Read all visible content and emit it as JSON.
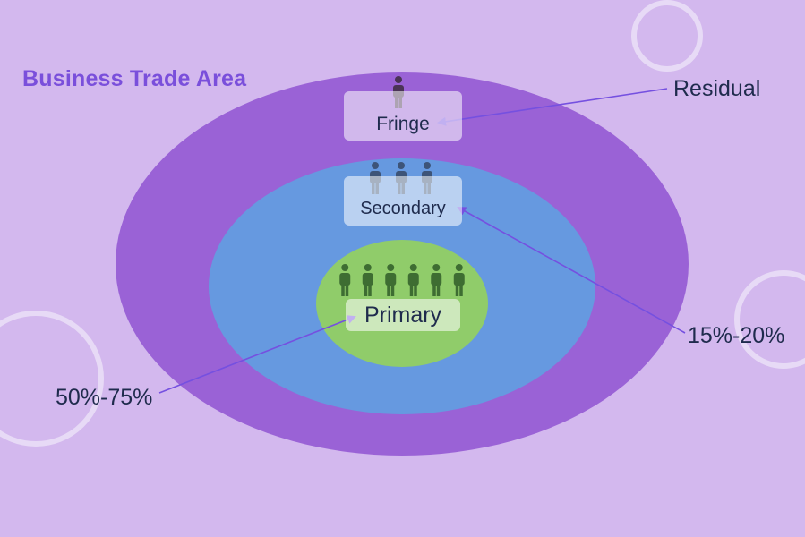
{
  "title": "Business Trade Area",
  "zones": {
    "fringe": {
      "label": "Fringe",
      "people": 1
    },
    "secondary": {
      "label": "Secondary",
      "people": 3
    },
    "primary": {
      "label": "Primary",
      "people": 6
    }
  },
  "callouts": {
    "residual": "Residual",
    "secondary_share": "15%-20%",
    "primary_share": "50%-75%"
  },
  "colors": {
    "background": "#d3b8ee",
    "outer_ring": "#9a62d6",
    "middle_ring": "#6699e0",
    "inner_ring": "#90cc6a",
    "title": "#7a4fdb",
    "arrow": "#7550e0",
    "person_dark": "#4a3356",
    "person_blue": "#3d5478",
    "person_green": "#3e6d32",
    "decor_circle": "#ece2f7"
  },
  "icons": [
    "person-icon"
  ]
}
